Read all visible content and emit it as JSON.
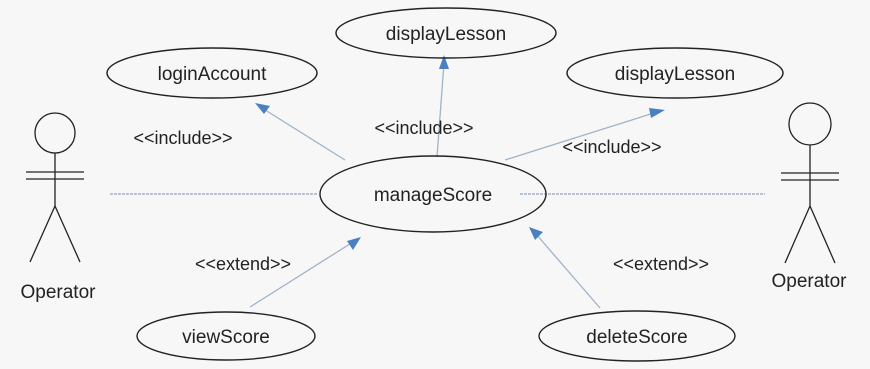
{
  "diagram": {
    "actors": [
      {
        "id": "left",
        "label": "Operator"
      },
      {
        "id": "right",
        "label": "Operator"
      }
    ],
    "use_cases": [
      {
        "id": "displayLesson_top",
        "label": "displayLesson"
      },
      {
        "id": "loginAccount",
        "label": "loginAccount"
      },
      {
        "id": "displayLesson_right",
        "label": "displayLesson"
      },
      {
        "id": "manageScore",
        "label": "manageScore"
      },
      {
        "id": "viewScore",
        "label": "viewScore"
      },
      {
        "id": "deleteScore",
        "label": "deleteScore"
      }
    ],
    "relations": [
      {
        "from": "manageScore",
        "to": "loginAccount",
        "stereotype": "<<include>>"
      },
      {
        "from": "manageScore",
        "to": "displayLesson_top",
        "stereotype": "<<include>>"
      },
      {
        "from": "manageScore",
        "to": "displayLesson_right",
        "stereotype": "<<include>>"
      },
      {
        "from": "viewScore",
        "to": "manageScore",
        "stereotype": "<<extend>>"
      },
      {
        "from": "deleteScore",
        "to": "manageScore",
        "stereotype": "<<extend>>"
      }
    ],
    "colors": {
      "ellipse_stroke": "#222222",
      "line": "#9fb4c8",
      "arrowhead": "#4a7fc0",
      "text": "#222222"
    }
  }
}
